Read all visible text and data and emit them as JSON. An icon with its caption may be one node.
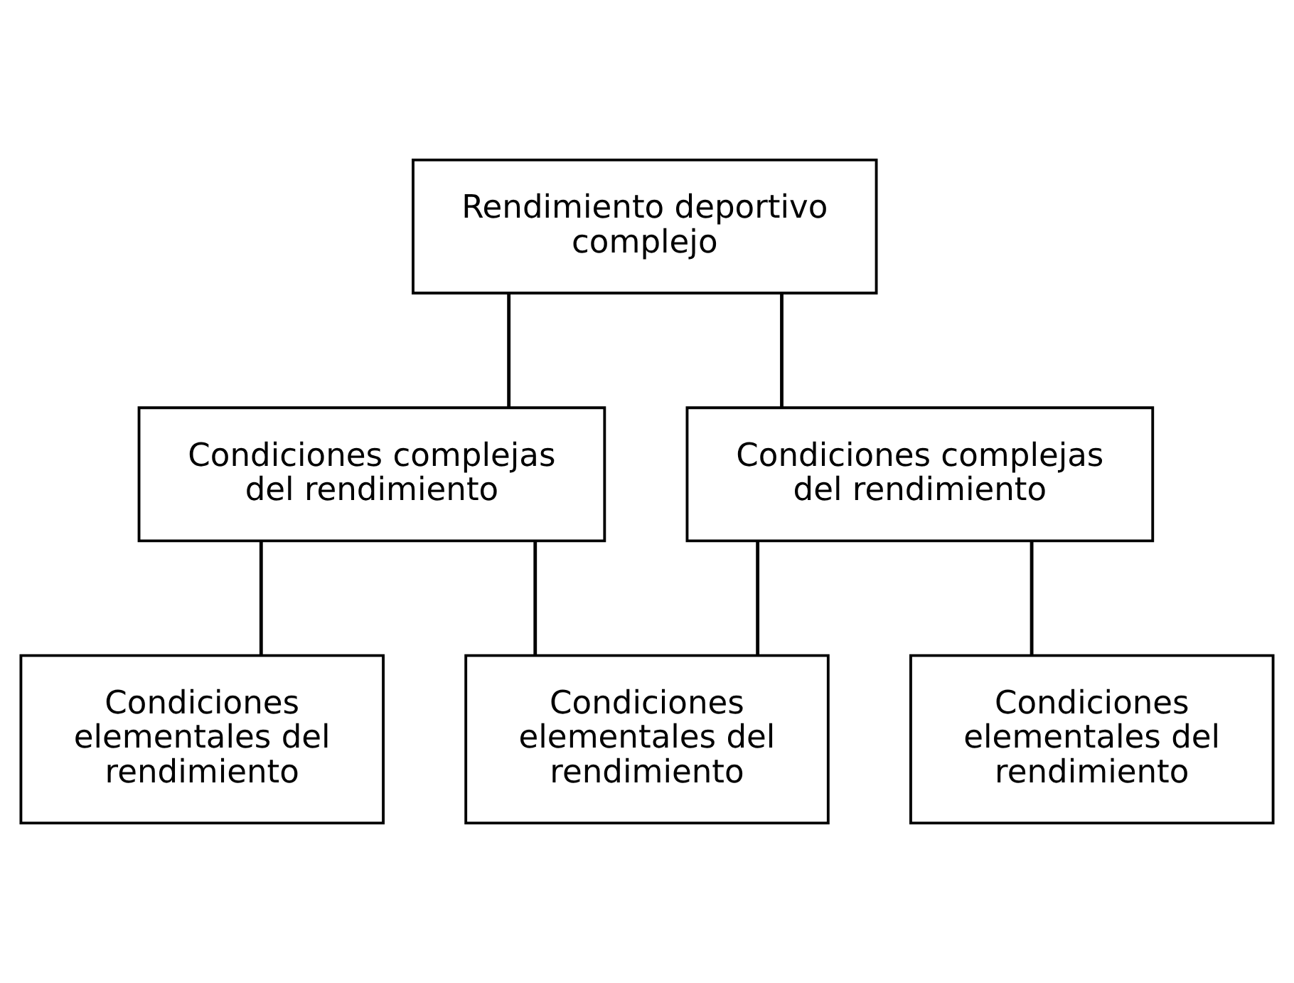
{
  "diagram": {
    "nodes": [
      {
        "text": [
          "Rendimiento deportivo complejo"
        ]
      },
      {
        "text": [
          "Condiciones complejas del rendimiento"
        ]
      },
      {
        "text": [
          "Condiciones complejas del rendimiento"
        ]
      },
      {
        "text": [
          "Condiciones elementales del rendimiento"
        ]
      },
      {
        "text": [
          "Condiciones elementales del rendimiento"
        ]
      },
      {
        "text": [
          "Condiciones elementales del rendimiento"
        ]
      }
    ],
    "edges": [
      {
        "from": 0,
        "to": 1,
        "arrow": "none"
      },
      {
        "from": 0,
        "to": 2,
        "arrow": "none"
      },
      {
        "from": 1,
        "to": 3,
        "arrow": "none"
      },
      {
        "from": 1,
        "to": 4,
        "arrow": "none"
      },
      {
        "from": 2,
        "to": 4,
        "arrow": "none"
      },
      {
        "from": 2,
        "to": 5,
        "arrow": "none"
      }
    ]
  }
}
